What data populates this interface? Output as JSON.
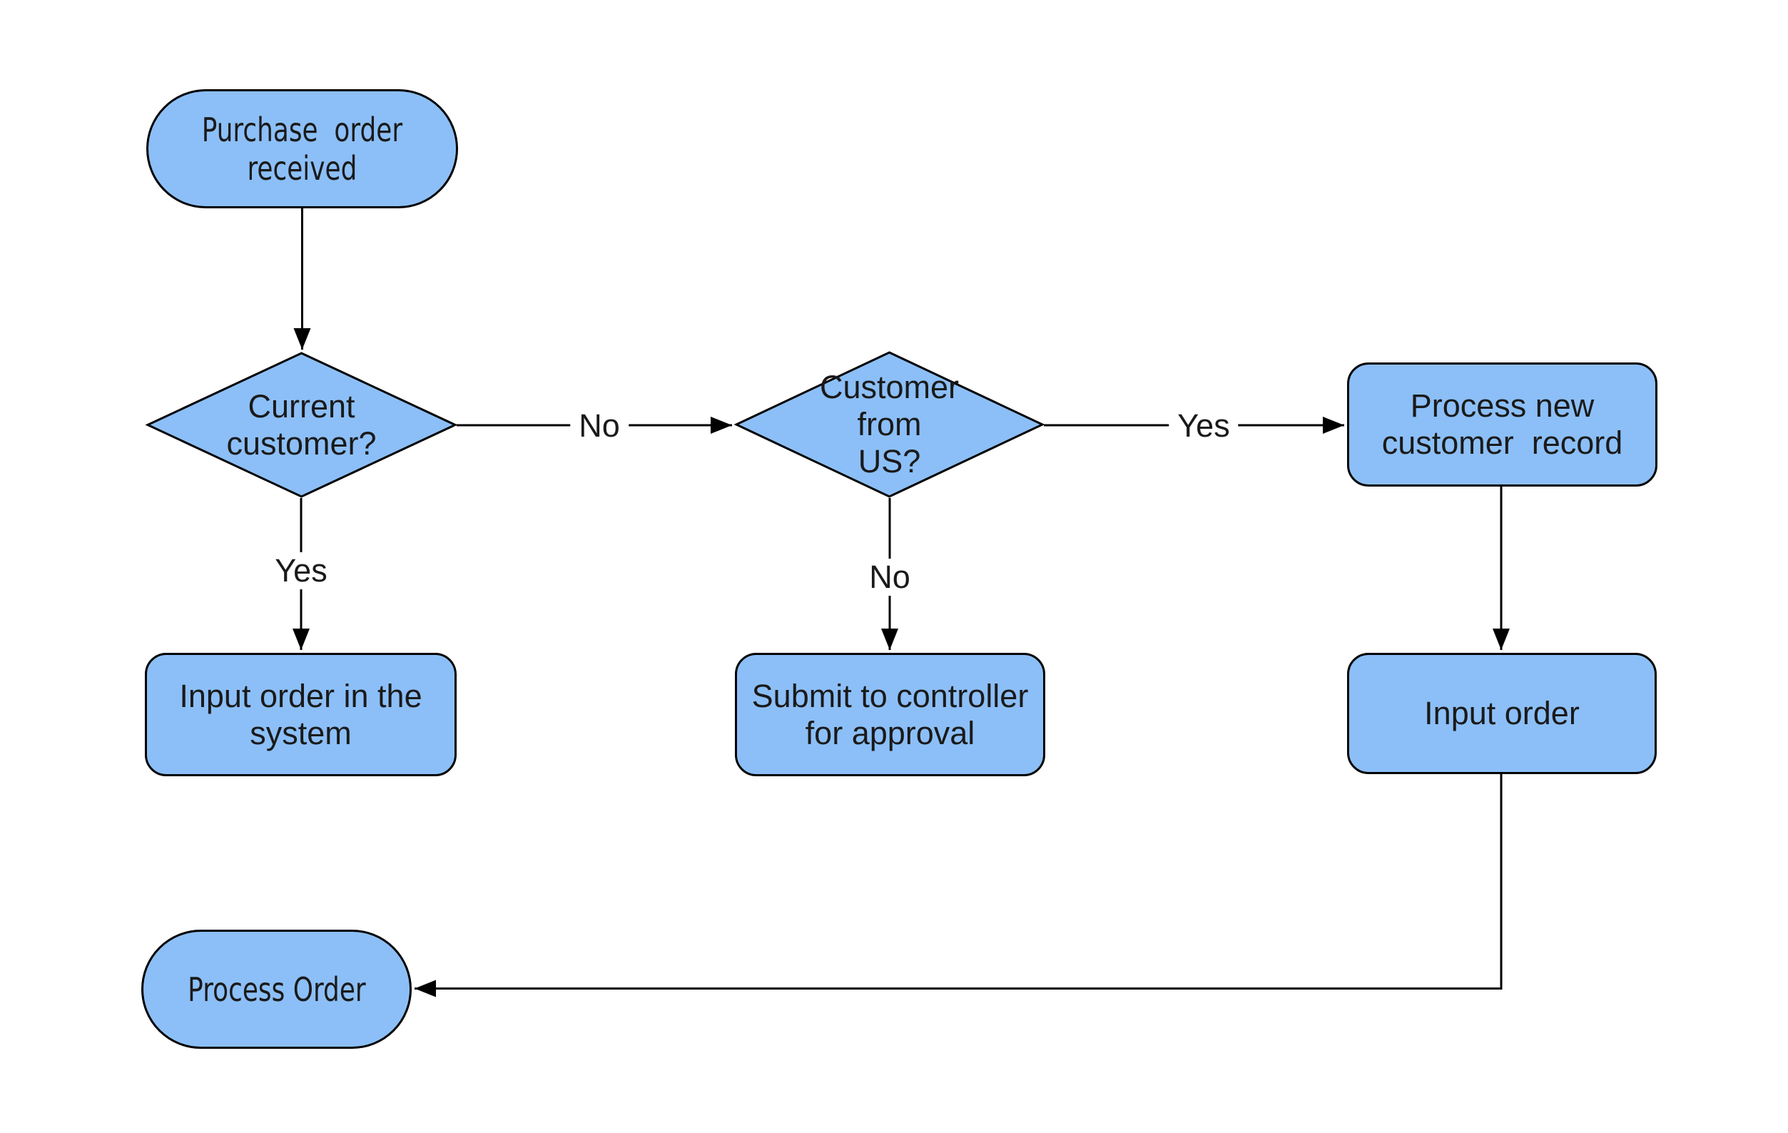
{
  "diagram": {
    "type": "flowchart",
    "colors": {
      "background": "#ffffff",
      "node_fill": "#8cbff7",
      "node_border": "#000000",
      "connector": "#000000",
      "text": "#1a1a1a"
    },
    "nodes": {
      "start": {
        "type": "terminator",
        "label": "Purchase  order\nreceived"
      },
      "current_customer": {
        "type": "decision",
        "label": "Current\ncustomer?"
      },
      "customer_from_us": {
        "type": "decision",
        "label": "Customer\nfrom\nUS?"
      },
      "process_new_customer_record": {
        "type": "process",
        "label": "Process new\ncustomer  record"
      },
      "input_order_in_the_system": {
        "type": "process",
        "label": "Input order in the\nsystem"
      },
      "submit_to_controller": {
        "type": "process",
        "label": "Submit to controller\nfor approval"
      },
      "input_order": {
        "type": "process",
        "label": "Input order"
      },
      "process_order": {
        "type": "terminator",
        "label": "Process Order"
      }
    },
    "edges": [
      {
        "from": "start",
        "to": "current_customer",
        "label": ""
      },
      {
        "from": "current_customer",
        "to": "customer_from_us",
        "label": "No"
      },
      {
        "from": "current_customer",
        "to": "input_order_in_the_system",
        "label": "Yes"
      },
      {
        "from": "customer_from_us",
        "to": "process_new_customer_record",
        "label": "Yes"
      },
      {
        "from": "customer_from_us",
        "to": "submit_to_controller",
        "label": "No"
      },
      {
        "from": "process_new_customer_record",
        "to": "input_order",
        "label": ""
      },
      {
        "from": "input_order",
        "to": "process_order",
        "label": ""
      }
    ]
  }
}
